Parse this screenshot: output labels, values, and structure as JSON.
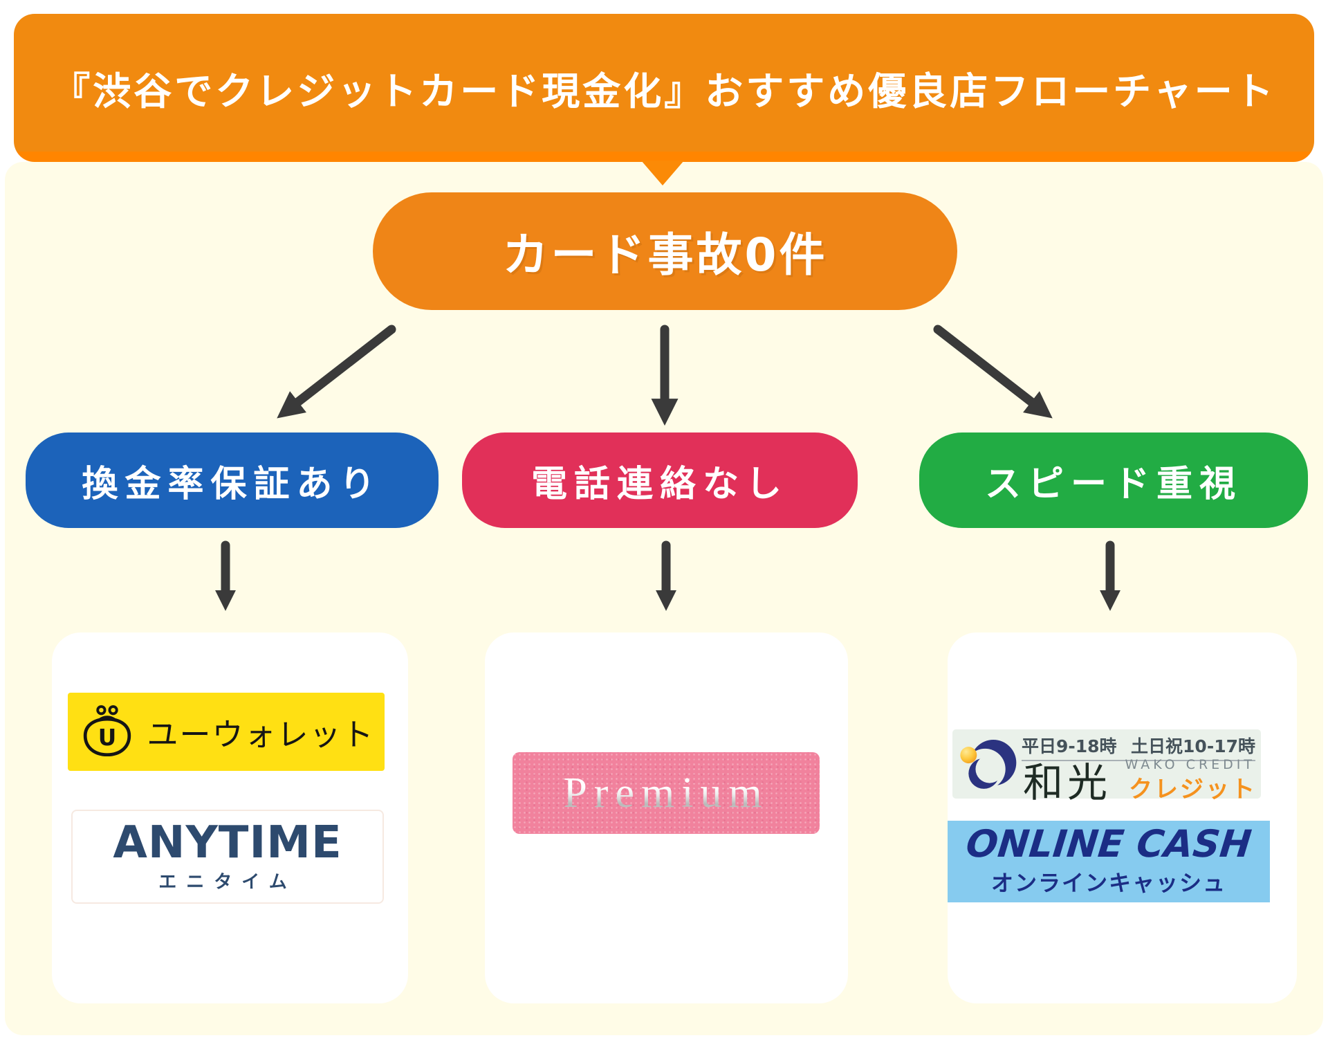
{
  "banner": {
    "title": "『渋谷でクレジットカード現金化』おすすめ優良店フローチャート"
  },
  "flow": {
    "root": {
      "label": "カード事故0件"
    },
    "branches": [
      {
        "label": "換金率保証あり",
        "color": "#1C63BA"
      },
      {
        "label": "電話連絡なし",
        "color": "#E13059"
      },
      {
        "label": "スピード重視",
        "color": "#22AC44"
      }
    ]
  },
  "cards": {
    "left": {
      "uwallet": {
        "label": "ユーウォレット",
        "icon": "coin-purse-u-icon",
        "bg": "#FFE013",
        "letter": "U"
      },
      "anytime": {
        "title": "ANYTIME",
        "subtitle": "エニタイム",
        "color": "#2D4A6E"
      }
    },
    "middle": {
      "premium": {
        "title": "Premium",
        "bg": "#F1829D"
      }
    },
    "right": {
      "wako": {
        "hours_weekday": "平日9-18時",
        "hours_weekend": "土日祝10-17時",
        "name_kanji": "和光",
        "name_en": "WAKO CREDIT",
        "name_katakana": "クレジット",
        "icon": "crescent-sun-logo-icon",
        "accent": "#F5921E"
      },
      "online_cash": {
        "title": "ONLINE CASH",
        "subtitle": "オンラインキャッシュ",
        "bg": "#86CBEF",
        "color": "#1B2D85"
      }
    }
  },
  "colors": {
    "banner_orange": "#F18A10",
    "banner_strip": "#FF8500",
    "root_orange": "#EF8517",
    "cream_background": "#FFFCE7",
    "arrow": "#3A3A3A",
    "card_white": "#FFFFFF"
  }
}
